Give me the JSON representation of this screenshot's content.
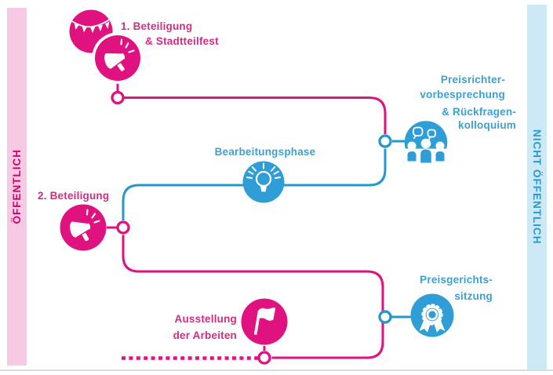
{
  "bars": {
    "left": "ÖFFENTLICH",
    "right": "NICHT ÖFFENTLICH"
  },
  "labels": {
    "step1_l1": "1. Beteiligung",
    "step1_l2": "& Stadtteilfest",
    "jury_briefing_l1": "Preisrichter-",
    "jury_briefing_l2": "vorbesprechung",
    "jury_briefing_l3": "& Rückfragen-",
    "jury_briefing_l4": "kolloquium",
    "working_phase": "Bearbeitungsphase",
    "step2": "2. Beteiligung",
    "jury_session_l1": "Preisgerichts-",
    "jury_session_l2": "sitzung",
    "exhibition_l1": "Ausstellung",
    "exhibition_l2": "der Arbeiten"
  },
  "icons": {
    "step1": [
      "bunting-icon",
      "megaphone-icon"
    ],
    "jury_briefing": "people-discussion-icon",
    "working_phase": "lightbulb-icon",
    "step2": "megaphone-icon",
    "jury_session": "medal-icon",
    "exhibition": "flag-icon"
  },
  "colors": {
    "pink": "#e0127f",
    "pinkText": "#d22d84",
    "pinkBar": "#f8c9e2",
    "pinkBarText": "#d4006f",
    "blue": "#2f9ed6",
    "blueLine": "#2697c9",
    "blueText": "#3da0d2",
    "blueBar": "#cee9f6",
    "blueBarText": "#2c99cf"
  }
}
